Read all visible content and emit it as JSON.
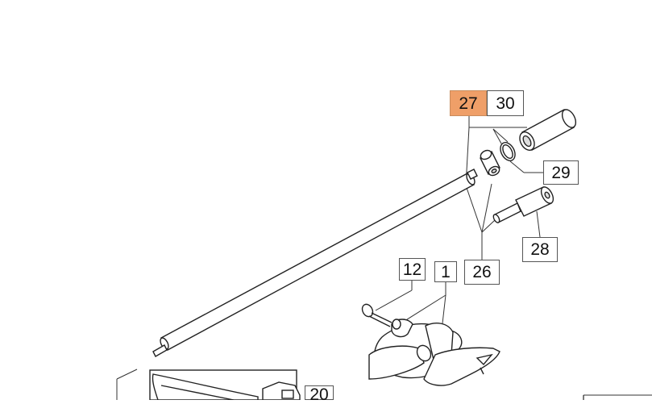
{
  "callouts": {
    "c27": "27",
    "c30": "30",
    "c29": "29",
    "c28": "28",
    "c26": "26",
    "c12": "12",
    "c1": "1",
    "c20": "20"
  },
  "colors": {
    "highlight": "#ef9f68",
    "stroke": "#222222",
    "box_border": "#555555"
  }
}
